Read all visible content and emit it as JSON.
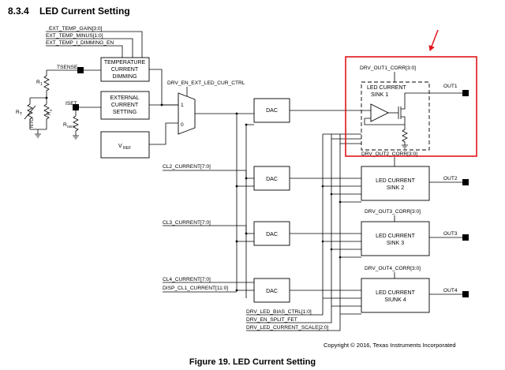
{
  "section": {
    "number": "8.3.4",
    "title": "LED Current Setting"
  },
  "inputs": {
    "ext_temp_gain": "EXT_TEMP_GAIN[3:0]",
    "ext_temp_minus": "EXT_TEMP_MINUS[1:0]",
    "ext_temp_i_dimming_en": "EXT_TEMP_I_DIMMING_EN",
    "tsense": "TSENSE",
    "iset": "ISET",
    "drv_en_ext_led_cur_ctrl": "DRV_EN_EXT_LED_CUR_CTRL",
    "cl2_current": "CL2_CURRENT[7:0]",
    "cl3_current": "CL3_CURRENT[7:0]",
    "cl4_current": "CL4_CURRENT[7:0]",
    "disp_cl1_current": "DISP_CL1_CURRENT[11:0]",
    "drv_led_bias_ctrl": "DRV_LED_BIAS_CTRL[1:0]",
    "drv_en_split_fet": "DRV_EN_SPLIT_FET",
    "drv_led_current_scale": "DRV_LED_CURRENT_SCALE[2:0]"
  },
  "components": {
    "r1": "R",
    "r1_sub": "1",
    "r2": "R",
    "r2_sub": "2",
    "rt": "R",
    "rt_sub": "T",
    "ntc": "NTC",
    "riset": "R",
    "riset_sub": "ISET"
  },
  "blocks": {
    "temp_dimming": [
      "TEMPERATURE",
      "CURRENT",
      "DIMMING"
    ],
    "ext_current": [
      "EXTERNAL",
      "CURRENT",
      "SETTING"
    ],
    "vref": "V",
    "vref_sub": "REF",
    "mux_in1": "1",
    "mux_in0": "0",
    "dac": "DAC",
    "sink1": [
      "LED CURRENT",
      "SINK 1"
    ],
    "sink2": [
      "LED CURRENT",
      "SINK 2"
    ],
    "sink3": [
      "LED CURRENT",
      "SINK 3"
    ],
    "sink4": [
      "LED CURRENT",
      "SIUNK 4"
    ]
  },
  "corrections": {
    "out1": "DRV_OUT1_CORR[3:0]",
    "out2": "DRV_OUT2_CORR[3:0]",
    "out3": "DRV_OUT3_CORR[3:0]",
    "out4": "DRV_OUT4_CORR[3:0]"
  },
  "outputs": {
    "out1": "OUT1",
    "out2": "OUT2",
    "out3": "OUT3",
    "out4": "OUT4"
  },
  "copyright": "Copyright © 2016, Texas Instruments Incorporated",
  "caption": "Figure 19.  LED Current Setting",
  "colors": {
    "highlight": "#e0141b",
    "line": "#000000"
  }
}
